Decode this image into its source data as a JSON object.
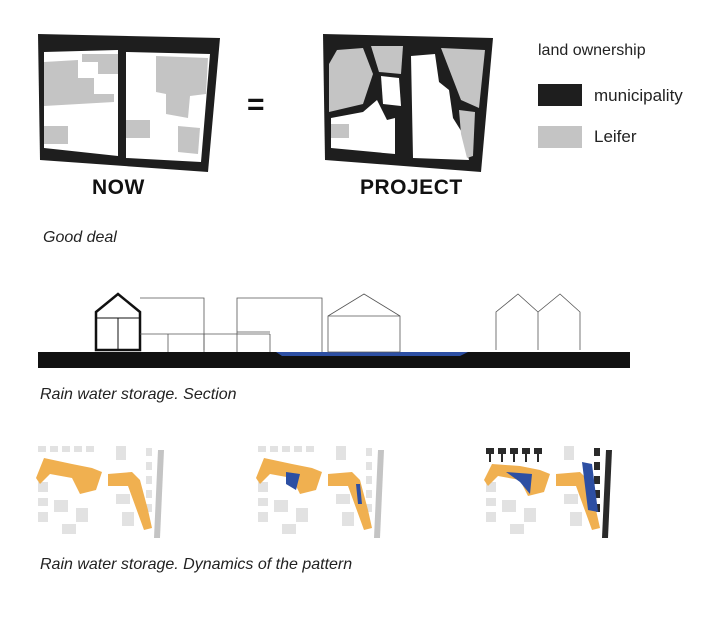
{
  "maps": {
    "now_label": "NOW",
    "equals_sign": "=",
    "project_label": "PROJECT"
  },
  "legend": {
    "title": "land ownership",
    "items": [
      {
        "label": "municipality",
        "color": "#1e1e1e"
      },
      {
        "label": "Leifer",
        "color": "#c4c4c4"
      }
    ]
  },
  "captions": {
    "good_deal": "Good deal",
    "section": "Rain water storage. Section",
    "dynamics": "Rain water storage. Dynamics of the pattern"
  },
  "colors": {
    "municipality": "#1e1e1e",
    "leifer": "#c4c4c4",
    "water": "#2d4fa3",
    "street": "#f0b050",
    "building_grey": "#e2e2e2"
  }
}
